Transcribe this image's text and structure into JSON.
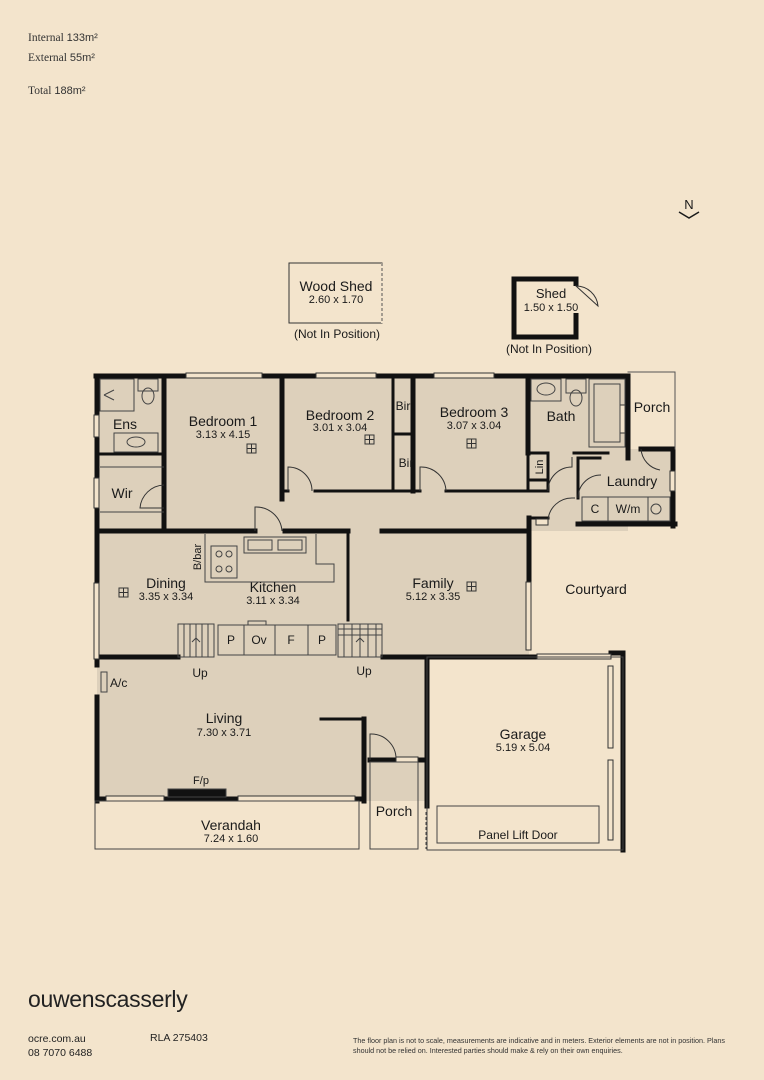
{
  "areas": {
    "internal_label": "Internal",
    "internal_value": "133m²",
    "external_label": "External",
    "external_value": "55m²",
    "total_label": "Total",
    "total_value": "188m²"
  },
  "compass": "N",
  "rooms": {
    "wood_shed_name": "Wood Shed",
    "wood_shed_dims": "2.60 x 1.70",
    "wood_shed_note": "(Not In Position)",
    "shed_name": "Shed",
    "shed_dims": "1.50 x 1.50",
    "shed_note": "(Not In Position)",
    "ens": "Ens",
    "bedroom1_name": "Bedroom 1",
    "bedroom1_dims": "3.13 x 4.15",
    "bedroom2_name": "Bedroom 2",
    "bedroom2_dims": "3.01 x 3.04",
    "bir_top": "Bir",
    "bir_bottom": "Bir",
    "bedroom3_name": "Bedroom 3",
    "bedroom3_dims": "3.07 x 3.04",
    "bath": "Bath",
    "porch_rear": "Porch",
    "lin": "Lin",
    "laundry": "Laundry",
    "c": "C",
    "wm": "W/m",
    "wir": "Wir",
    "bbar": "B/bar",
    "dining_name": "Dining",
    "dining_dims": "3.35 x 3.34",
    "kitchen_name": "Kitchen",
    "kitchen_dims": "3.11 x 3.34",
    "p1": "P",
    "ov": "Ov",
    "f": "F",
    "p2": "P",
    "family_name": "Family",
    "family_dims": "5.12 x 3.35",
    "courtyard": "Courtyard",
    "up_left": "Up",
    "up_right": "Up",
    "ac": "A/c",
    "living_name": "Living",
    "living_dims": "7.30 x 3.71",
    "fp": "F/p",
    "garage_name": "Garage",
    "garage_dims": "5.19 x 5.04",
    "verandah_name": "Verandah",
    "verandah_dims": "7.24 x 1.60",
    "porch_front": "Porch",
    "panel_lift_door": "Panel Lift Door"
  },
  "brand": {
    "part1": "ouwens",
    "part2": "casserly"
  },
  "contact": {
    "website": "ocre.com.au",
    "phone": "08 7070 6488",
    "rla": "RLA 275403"
  },
  "disclaimer": "The floor plan is not to scale, measurements are indicative and in meters. Exterior elements are not in position. Plans should not be relied on. Interested parties should make & rely on their own enquiries.",
  "colors": {
    "background": "#f3e4cc",
    "floor": "#ddd0bb",
    "wall": "#111111"
  }
}
